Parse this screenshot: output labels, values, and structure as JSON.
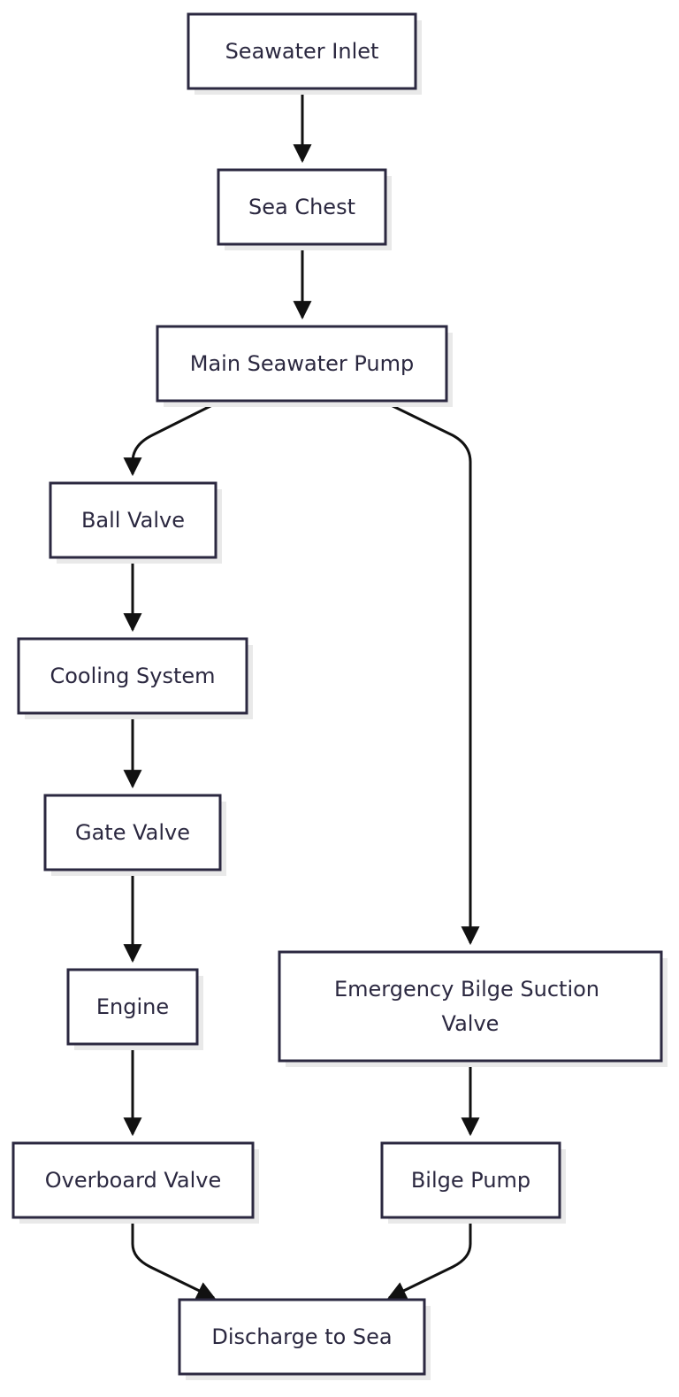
{
  "nodes": [
    {
      "id": "seawater-inlet",
      "label": "Seawater Inlet"
    },
    {
      "id": "sea-chest",
      "label": "Sea Chest"
    },
    {
      "id": "main-seawater-pump",
      "label": "Main Seawater Pump"
    },
    {
      "id": "ball-valve",
      "label": "Ball Valve"
    },
    {
      "id": "cooling-system",
      "label": "Cooling System"
    },
    {
      "id": "gate-valve",
      "label": "Gate Valve"
    },
    {
      "id": "engine",
      "label": "Engine"
    },
    {
      "id": "overboard-valve",
      "label": "Overboard Valve"
    },
    {
      "id": "emergency-bilge-suction-valve",
      "label": "Emergency Bilge Suction Valve",
      "lines": [
        "Emergency Bilge Suction",
        "Valve"
      ]
    },
    {
      "id": "bilge-pump",
      "label": "Bilge Pump"
    },
    {
      "id": "discharge-to-sea",
      "label": "Discharge to Sea"
    }
  ],
  "edges": [
    {
      "from": "seawater-inlet",
      "to": "sea-chest"
    },
    {
      "from": "sea-chest",
      "to": "main-seawater-pump"
    },
    {
      "from": "main-seawater-pump",
      "to": "ball-valve"
    },
    {
      "from": "main-seawater-pump",
      "to": "emergency-bilge-suction-valve"
    },
    {
      "from": "ball-valve",
      "to": "cooling-system"
    },
    {
      "from": "cooling-system",
      "to": "gate-valve"
    },
    {
      "from": "gate-valve",
      "to": "engine"
    },
    {
      "from": "engine",
      "to": "overboard-valve"
    },
    {
      "from": "emergency-bilge-suction-valve",
      "to": "bilge-pump"
    },
    {
      "from": "overboard-valve",
      "to": "discharge-to-sea"
    },
    {
      "from": "bilge-pump",
      "to": "discharge-to-sea"
    }
  ]
}
